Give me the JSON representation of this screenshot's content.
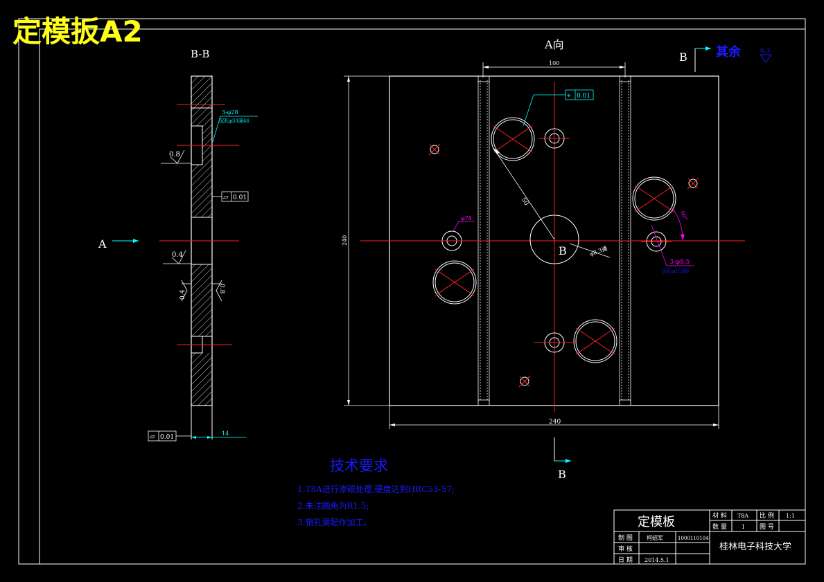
{
  "title": "定模扳A2",
  "section_view": {
    "label": "B-B",
    "arrow_label": "A",
    "hole_note_1": "3-φ28",
    "hole_note_2": "沉孔φ33深46",
    "rough_1": "0.8",
    "rough_2": "0.4",
    "rough_3": "0.4",
    "rough_4": "0.8",
    "flatness_symbol": "▱",
    "flatness_mid": "0.01",
    "flatness_bottom": "0.01",
    "dim_thickness": "14"
  },
  "main_view": {
    "label": "A向",
    "dim_top": "100",
    "dim_bottom": "240",
    "dim_left": "240",
    "position_tol_symbol": "⌖",
    "position_tol": "0.01",
    "dim_radius": "50",
    "dim_small_hole": "φ78",
    "dim_center": "φ8.3通",
    "dim_angle": "60°",
    "hole_note_1": "3-φ8.5",
    "hole_note_2": "沉孔φ15深8",
    "center_label": "B"
  },
  "section_marks": {
    "top": "B",
    "bottom": "B"
  },
  "surface_note": {
    "text": "其余",
    "value": "6.3"
  },
  "tech_requirements": {
    "heading": "技术要求",
    "items": [
      "1.T8A进行渗碳处理,硬度达到HRC53-57;",
      "2.未注圆角为R1.5;",
      "3.销孔需配作加工。"
    ]
  },
  "title_block": {
    "part_name": "定模板",
    "material_label": "材 料",
    "material_value": "T8A",
    "scale_label": "比 例",
    "scale_value": "1:1",
    "quantity_label": "数 量",
    "quantity_value": "1",
    "drawing_no_label": "图 号",
    "drawing_no_value": "",
    "drawn_label": "制 图",
    "drawn_value": "柯绍军",
    "id_value": "1000110104",
    "check_label": "审 核",
    "check_value": "",
    "date_label": "日 期",
    "date_value": "2014.5.1",
    "school": "桂林电子科技大学"
  },
  "colors": {
    "background": "#000000",
    "outline": "#ffffff",
    "centerline": "#ff2020",
    "dimension": "#00ffff",
    "annotation": "#ff00ff",
    "blue_text": "#1a1aff",
    "title_yellow": "#ffff1a"
  }
}
